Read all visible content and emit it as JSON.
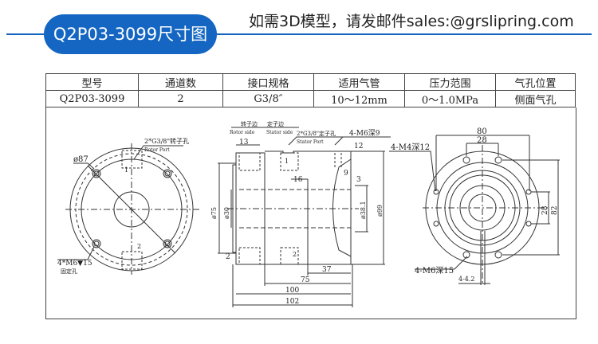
{
  "header": {
    "title": "Q2P03-3099尺寸图",
    "contact": "如需3D模型，请发邮件sales:@grslipring.com",
    "accent": "#1466c2"
  },
  "table": {
    "headers": [
      "型号",
      "通道数",
      "接口规格",
      "适用气管",
      "压力范围",
      "气孔位置"
    ],
    "row": [
      "Q2P03-3099",
      "2",
      "G3/8″",
      "10～12mm",
      "0～1.0MPa",
      "侧面气孔"
    ]
  },
  "drawing": {
    "left": {
      "rotor_port": "2*G3/8\"转子孔",
      "rotor_port_en": "Rotor Port",
      "d87": "ø87",
      "mount": "4*M6▼15",
      "mount_cn": "固定孔",
      "p1": "1",
      "p2": "2"
    },
    "middle": {
      "rotor_side_cn": "转子边",
      "stator_side_cn": "定子边",
      "rotor_side": "Rotor side",
      "stator_side": "Stator side",
      "stator_port": "2*G3/8\"定子孔",
      "stator_port_en": "Stator Port",
      "m6": "4-M6深9",
      "d13": "13",
      "d12": "12",
      "d16": "16",
      "d9": "9",
      "d3": "3",
      "d75d": "ø75",
      "d30": "ø30",
      "d381": "ø38.1",
      "d99": "ø99",
      "d2": "2",
      "d37": "37",
      "d75": "75",
      "d100": "100",
      "d102": "102",
      "p1": "1",
      "p2": "2"
    },
    "right": {
      "m4": "4-M4深12",
      "d80": "80",
      "d28t": "28",
      "d28r": "28",
      "d82": "82",
      "m6": "4-M6深15",
      "d442": "4-4.2"
    }
  }
}
